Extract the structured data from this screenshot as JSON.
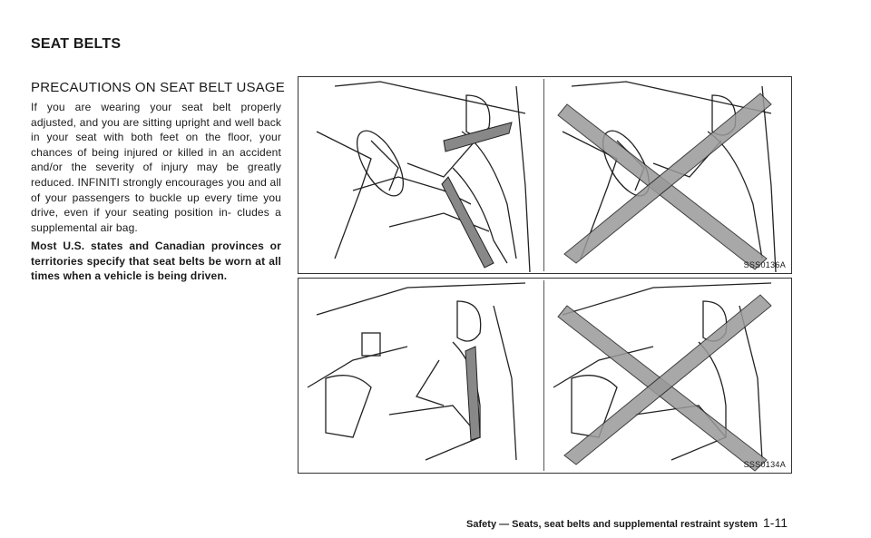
{
  "header": {
    "section_title": "SEAT BELTS"
  },
  "content": {
    "subheading": "PRECAUTIONS ON SEAT BELT USAGE",
    "paragraph_1": "If you are wearing your seat belt properly adjusted, and you are sitting upright and well back in your seat with both feet on the floor, your chances of being injured or killed in an accident and/or the severity of injury may be greatly reduced. INFINITI strongly encourages you and all of your passengers to buckle up every time you drive, even if your seating position in- cludes a supplemental air bag.",
    "paragraph_2": "Most U.S. states and Canadian provinces or territories specify that seat belts be worn at all times when a vehicle is being driven."
  },
  "figures": [
    {
      "code": "SSS0136A"
    },
    {
      "code": "SSS0134A"
    }
  ],
  "footer": {
    "chapter_text": "Safety — Seats, seat belts and supplemental restraint system",
    "page_number": "1-11"
  }
}
